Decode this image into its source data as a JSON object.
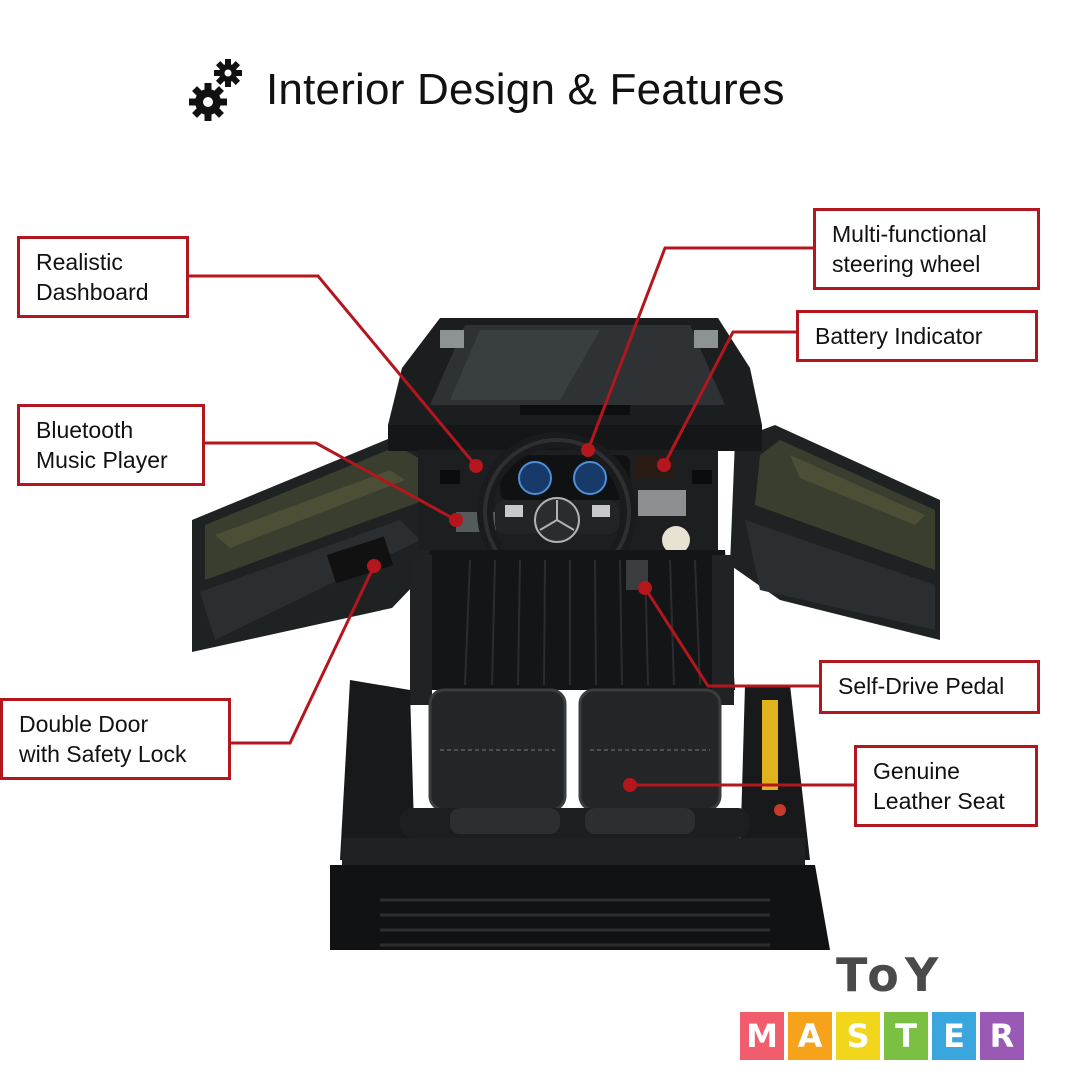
{
  "header": {
    "title": "Interior Design & Features",
    "icon": "gears-icon"
  },
  "labels": {
    "dashboard": "Realistic\nDashboard",
    "bluetooth": "Bluetooth\nMusic Player",
    "double_door": "Double Door\nwith Safety Lock",
    "steering": "Multi-functional\nsteering wheel",
    "battery": "Battery Indicator",
    "pedal": "Self-Drive Pedal",
    "seat": "Genuine\nLeather Seat"
  },
  "logo": {
    "top": "ToY",
    "letters": [
      {
        "char": "M",
        "color": "#f25d6e"
      },
      {
        "char": "A",
        "color": "#f7a21b"
      },
      {
        "char": "S",
        "color": "#f2d61b"
      },
      {
        "char": "T",
        "color": "#7bc043"
      },
      {
        "char": "E",
        "color": "#3aa6dd"
      },
      {
        "char": "R",
        "color": "#9b59b6"
      }
    ]
  },
  "colors": {
    "accent": "#b3171d",
    "car_body": "#1b1d1e"
  }
}
